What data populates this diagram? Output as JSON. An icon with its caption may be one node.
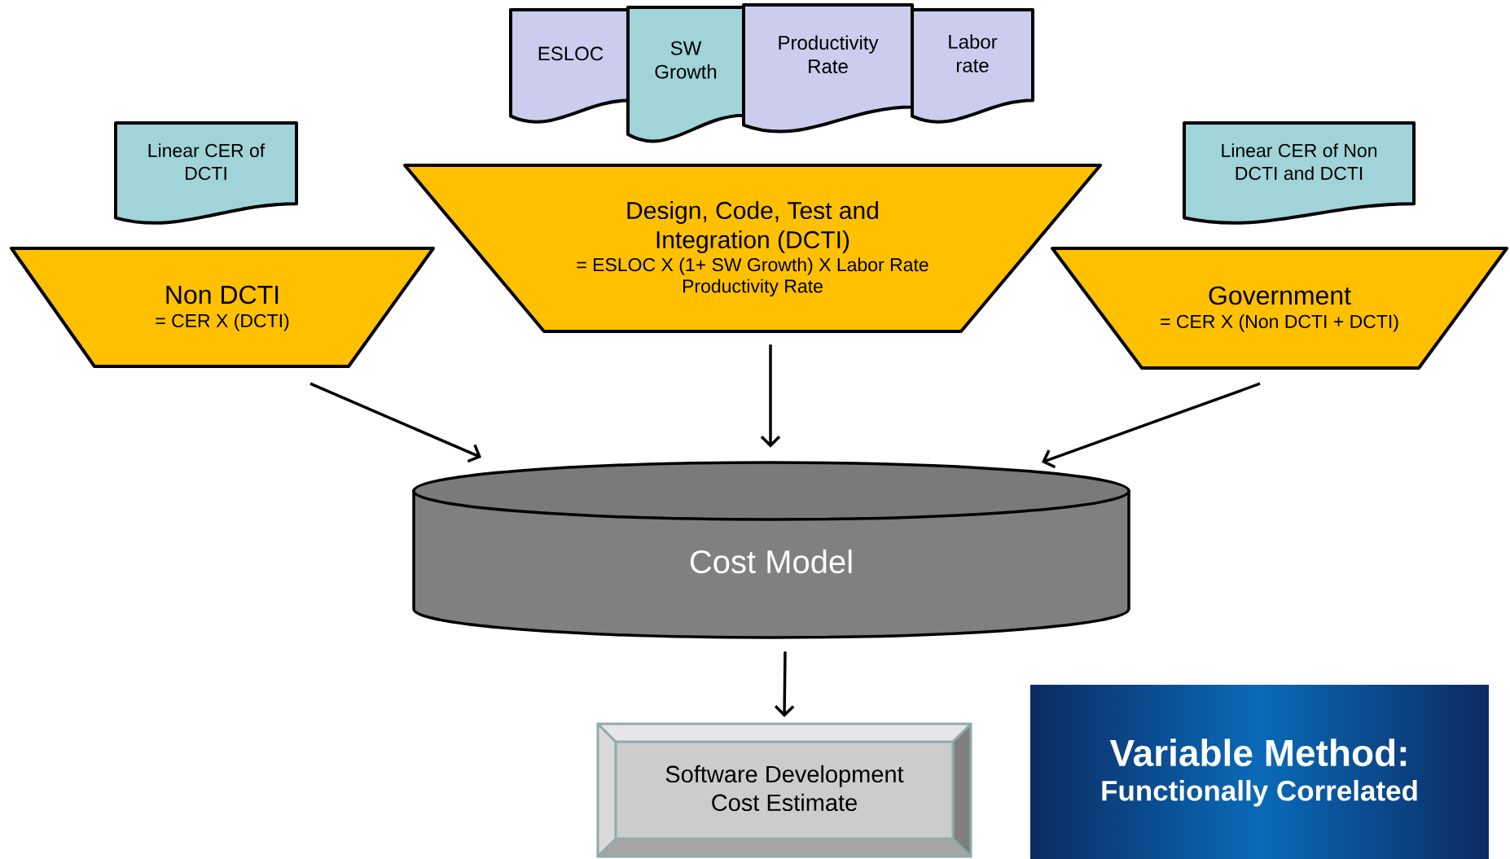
{
  "diagram": {
    "nodes": [
      {
        "text": [
          "ESLOC"
        ]
      },
      {
        "text": [
          "SW Growth"
        ]
      },
      {
        "text": [
          "Productivity Rate"
        ]
      },
      {
        "text": [
          "Labor rate"
        ]
      },
      {
        "text": [
          "Linear CER of DCTI"
        ]
      },
      {
        "text": [
          "Linear CER of Non DCTI and DCTI"
        ]
      },
      {
        "text": [
          "Design, Code, Test and Integration (DCTI)",
          "= ESLOC X (1+ SW Growth) X Labor Rate",
          "Productivity Rate"
        ]
      },
      {
        "text": [
          "Non DCTI",
          "= CER X (DCTI)"
        ]
      },
      {
        "text": [
          "Government",
          "= CER X (Non DCTI + DCTI)"
        ]
      },
      {
        "text": [
          "Cost Model"
        ]
      },
      {
        "text": [
          "Software Development Cost Estimate"
        ]
      },
      {
        "text": [
          "Variable Method:",
          "Functionally Correlated"
        ]
      }
    ],
    "edges": [
      {
        "from": 7,
        "to": 9,
        "arrow": "to"
      },
      {
        "from": 6,
        "to": 9,
        "arrow": "to"
      },
      {
        "from": 8,
        "to": 9,
        "arrow": "to"
      },
      {
        "from": 9,
        "to": 10,
        "arrow": "to"
      }
    ]
  }
}
